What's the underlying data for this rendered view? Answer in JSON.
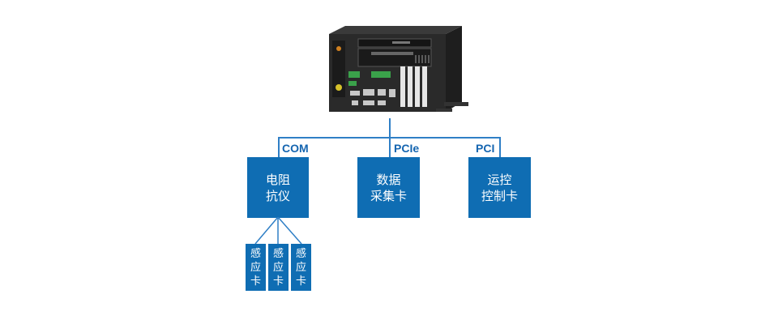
{
  "computer": {
    "name": "industrial-computer"
  },
  "bus_labels": {
    "com": "COM",
    "pcie": "PCIe",
    "pci": "PCI"
  },
  "devices": {
    "resistance_tester": {
      "line1": "电阻",
      "line2": "抗仪"
    },
    "data_acquisition": {
      "line1": "数据",
      "line2": "采集卡"
    },
    "motion_control": {
      "line1": "运控",
      "line2": "控制卡"
    }
  },
  "sensor_cards": [
    {
      "c1": "感",
      "c2": "应",
      "c3": "卡"
    },
    {
      "c1": "感",
      "c2": "应",
      "c3": "卡"
    },
    {
      "c1": "感",
      "c2": "应",
      "c3": "卡"
    }
  ],
  "colors": {
    "box_fill": "#0f6db3",
    "line": "#2f7fc6",
    "label_text": "#1565b0"
  }
}
